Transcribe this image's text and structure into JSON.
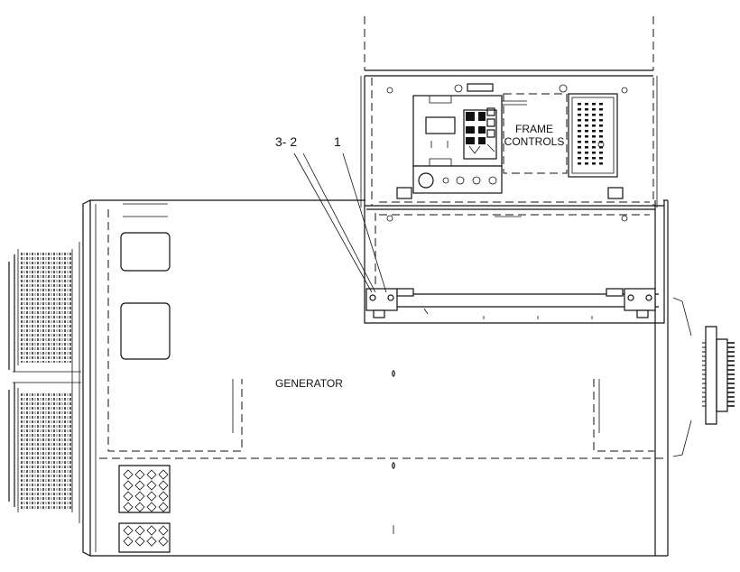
{
  "labels": {
    "generator": "GENERATOR",
    "frame_line1": "FRAME",
    "frame_line2": "CONTROLS",
    "callout_1": "1",
    "callout_3_2": "3- 2"
  },
  "colors": {
    "line": "#111111",
    "background": "#ffffff"
  },
  "icons": [
    "control-module-icon",
    "meter-panel-icon",
    "rotary-switch-icon",
    "mounting-bolt-icon"
  ]
}
